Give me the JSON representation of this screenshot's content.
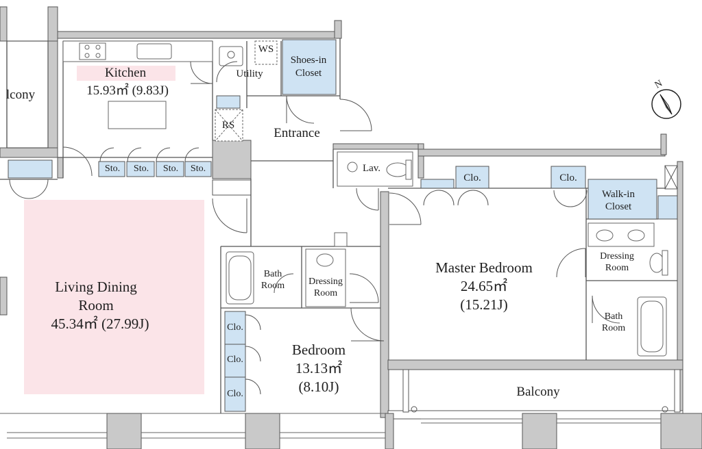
{
  "rooms": {
    "kitchen": {
      "name": "Kitchen",
      "area": "15.93㎡ (9.83J)"
    },
    "utility": "Utility",
    "ws": "WS",
    "shoes_closet": {
      "line1": "Shoes-in",
      "line2": "Closet"
    },
    "rs": "RS",
    "entrance": "Entrance",
    "balcony_left": "lcony",
    "sto": [
      "Sto.",
      "Sto.",
      "Sto.",
      "Sto."
    ],
    "lav": "Lav.",
    "clo_mid": "Clo.",
    "clo_master": "Clo.",
    "walkin": {
      "line1": "Walk-in",
      "line2": "Closet"
    },
    "living": {
      "line1": "Living Dining",
      "line2": "Room",
      "area": "45.34㎡ (27.99J)"
    },
    "bath_small": {
      "line1": "Bath",
      "line2": "Room"
    },
    "dressing_small": {
      "line1": "Dressing",
      "line2": "Room"
    },
    "clo_bed": [
      "Clo.",
      "Clo.",
      "Clo."
    ],
    "bedroom": {
      "name": "Bedroom",
      "area": "13.13㎡",
      "jo": "(8.10J)"
    },
    "master": {
      "name": "Master Bedroom",
      "area": "24.65㎡",
      "jo": "(15.21J)"
    },
    "dressing_master": {
      "line1": "Dressing",
      "line2": "Room"
    },
    "bath_master": {
      "line1": "Bath",
      "line2": "Room"
    },
    "balcony_bottom": "Balcony",
    "north": "N"
  },
  "colors": {
    "wall": "#9b9b9b",
    "wall_light": "#bdbdbd",
    "closet": "#cfe3f3",
    "living_highlight": "#fbe4e8",
    "kitchen_highlight": "#fbe4e8",
    "line": "#555555"
  }
}
